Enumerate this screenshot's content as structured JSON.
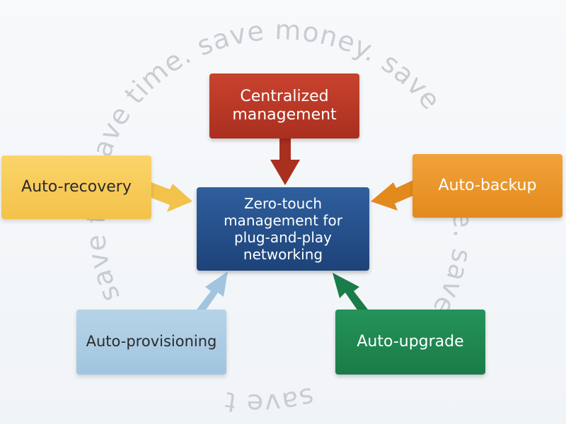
{
  "ring_text": {
    "top": "save time. save money. save",
    "right": "e. save",
    "bottom": "save t",
    "left": "save t"
  },
  "center": {
    "line1": "Zero-touch",
    "line2": "management for",
    "line3": "plug-and-play",
    "line4": "networking"
  },
  "nodes": {
    "centralized": {
      "line1": "Centralized",
      "line2": "management"
    },
    "recovery": "Auto-recovery",
    "backup": "Auto-backup",
    "provisioning": "Auto-provisioning",
    "upgrade": "Auto-upgrade"
  },
  "colors": {
    "center": "#1d4379",
    "centralized": "#a92f1f",
    "recovery": "#f3c24a",
    "backup": "#e38a1d",
    "provisioning": "#a1c5df",
    "upgrade": "#1a7c48",
    "ring_text": "#c9cdd2"
  }
}
